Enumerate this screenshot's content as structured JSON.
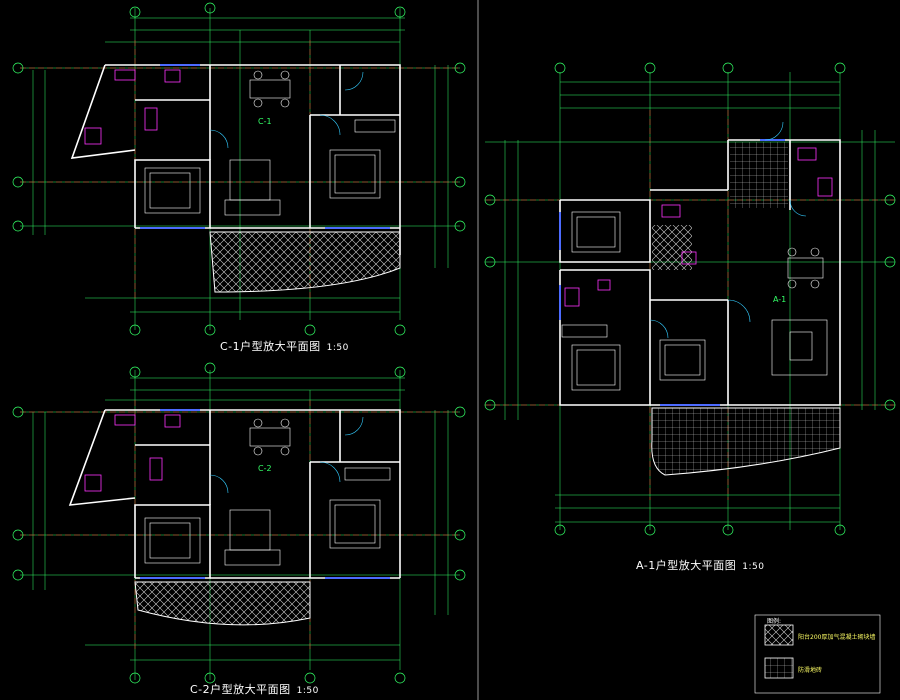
{
  "colors": {
    "wall": "#ffffff",
    "axis": "#ff3030",
    "dimension": "#33ff66",
    "furniture": "#ffffff",
    "fixture": "#ff33ff",
    "window": "#4d6bff",
    "door": "#33ccff",
    "hatch": "#cfcfcf",
    "legend_text": "#ffff66"
  },
  "plans": {
    "c1": {
      "title": "C-1户型放大平面图",
      "scale": "1:50",
      "tag": "C-1"
    },
    "c2": {
      "title": "C-2户型放大平面图",
      "scale": "1:50",
      "tag": "C-2"
    },
    "a1": {
      "title": "A-1户型放大平面图",
      "scale": "1:50",
      "tag": "A-1"
    }
  },
  "legend": {
    "heading": "图例:",
    "items": [
      {
        "icon": "diagonal-hatch-icon",
        "label": "阳台200厚加气混凝土砌块墙"
      },
      {
        "icon": "grid-hatch-icon",
        "label": "防滑地砖"
      }
    ]
  }
}
